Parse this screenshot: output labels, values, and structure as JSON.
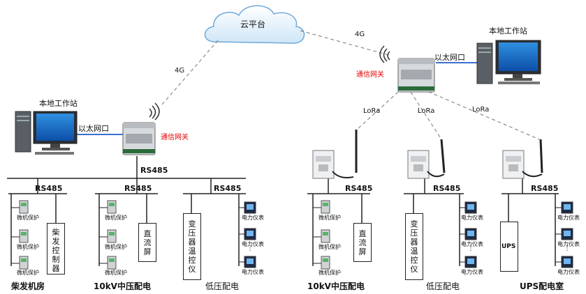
{
  "cloud": {
    "label": "云平台"
  },
  "links": {
    "cellular_left": "4G",
    "cellular_right": "4G"
  },
  "left_site": {
    "workstation_title": "本地工作站",
    "ethernet_label": "以太网口",
    "gateway_label": "通信网关",
    "bus_label": "RS485",
    "rooms": [
      {
        "bus_label": "RS485",
        "device_labels": [
          "微机保护",
          "微机保护",
          "微机保护"
        ],
        "ellipsis": "⋮",
        "panel_label": "柴\n发\n控\n制\n器",
        "room_title": "柴发机房"
      },
      {
        "bus_label": "RS485",
        "device_labels": [
          "微机保护",
          "微机保护",
          "微机保护"
        ],
        "ellipsis": "⋮",
        "panel_label": "直\n流\n屏",
        "room_title": "10kV中压配电"
      },
      {
        "bus_label": "RS485",
        "panel_label": "变\n压\n器\n温\n控\n仪",
        "meter_labels": [
          "电力仪表",
          "电力仪表",
          "电力仪表"
        ],
        "ellipsis": "⋮",
        "room_title": "低压配电"
      }
    ]
  },
  "right_site": {
    "workstation_title": "本地工作站",
    "ethernet_label": "以太网口",
    "gateway_label": "通信网关",
    "lora_labels": [
      "LoRa",
      "LoRa",
      "LoRa"
    ],
    "rooms": [
      {
        "bus_label": "RS485",
        "device_labels": [
          "微机保护",
          "微机保护",
          "微机保护"
        ],
        "ellipsis": "⋮",
        "panel_label": "直\n流\n屏",
        "room_title": "10kV中压配电"
      },
      {
        "bus_label": "RS485",
        "panel_label": "变\n压\n器\n温\n控\n仪",
        "meter_labels": [
          "电力仪表",
          "电力仪表",
          "电力仪表"
        ],
        "ellipsis": "⋮",
        "room_title": "低压配电"
      },
      {
        "bus_label": "RS485",
        "panel_label": "UPS",
        "meter_labels": [
          "电力仪表",
          "电力仪表",
          "电力仪表"
        ],
        "ellipsis": "⋮",
        "room_title": "UPS配电室"
      }
    ]
  },
  "colors": {
    "ethernet_line": "#3a6fd0",
    "gateway_text": "#e60000",
    "dashed_link": "#777777"
  }
}
